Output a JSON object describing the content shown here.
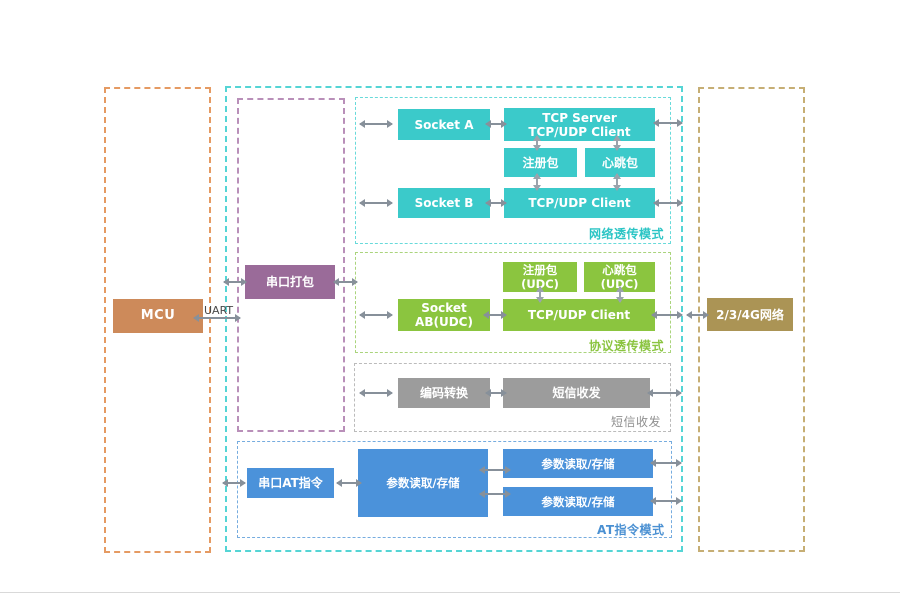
{
  "diagram": {
    "left_group": {
      "mcu_label": "MCU",
      "uart_label": "UART"
    },
    "serial_pack_label": "串口打包",
    "wan_label": "2/3/4G网络",
    "network_mode": {
      "title": "网络透传模式",
      "socket_a": "Socket A",
      "socket_b": "Socket B",
      "tcp_server": {
        "line1": "TCP Server",
        "line2": "TCP/UDP Client"
      },
      "reg_packet": "注册包",
      "heartbeat_packet": "心跳包",
      "tcp_udp_client": "TCP/UDP Client"
    },
    "protocol_mode": {
      "title": "协议透传模式",
      "reg_packet_udc": "注册包 (UDC)",
      "heartbeat_packet_udc": "心跳包 (UDC)",
      "socket_ab": {
        "line1": "Socket",
        "line2": "AB(UDC)"
      },
      "tcp_udp_client": "TCP/UDP Client"
    },
    "sms_mode": {
      "title": "短信收发",
      "encoding_conversion": "编码转换",
      "sms_transceiver": "短信收发"
    },
    "at_mode": {
      "title": "AT指令模式",
      "serial_at_command": "串口AT指令",
      "param_read_store_main": "参数读取/存储",
      "param_read_store_upper": "参数读取/存储",
      "param_read_store_lower": "参数读取/存储"
    },
    "colors": {
      "teal_box": "#3bcaca",
      "teal_label": "#2cc5c5",
      "green_box": "#8bc53f",
      "green_label": "#8ac43f",
      "gray_box": "#9c9c9c",
      "gray_label": "#8f8f8f",
      "blue_box": "#4b92da",
      "blue_label": "#4a90d2",
      "purple_box": "#9a6b99",
      "mcu_box": "#cd8a5a",
      "wan_box": "#ab9455",
      "arrow": "#87909a"
    }
  }
}
